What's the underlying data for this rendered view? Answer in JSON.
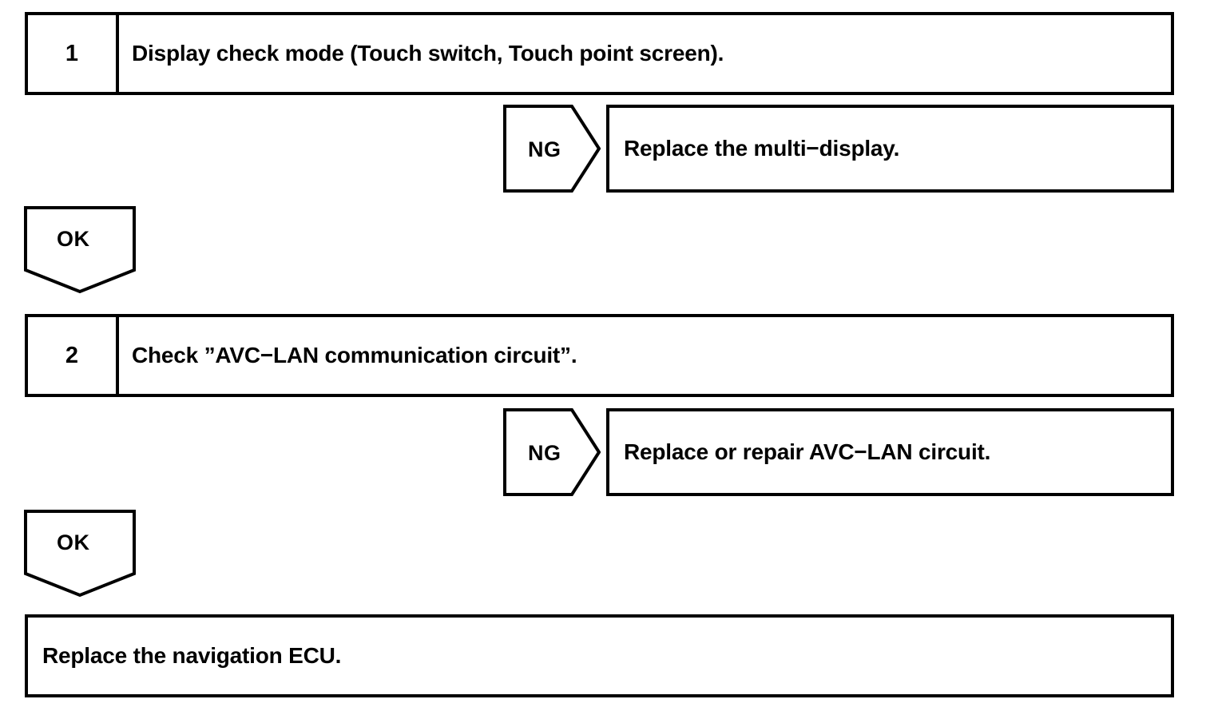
{
  "diagram": {
    "type": "troubleshooting-flowchart",
    "title": "Display / AVC-LAN troubleshooting flow",
    "line_color": "#000000",
    "background_color": "#ffffff",
    "text_color": "#000000"
  },
  "steps": [
    {
      "number": "1",
      "text": "Display check mode (Touch switch, Touch point screen).",
      "branch": {
        "label": "NG",
        "result": "Replace the multi−display."
      },
      "pass": {
        "label": "OK"
      }
    },
    {
      "number": "2",
      "text": "Check ”AVC−LAN communication circuit”.",
      "branch": {
        "label": "NG",
        "result": "Replace or repair AVC−LAN circuit."
      },
      "pass": {
        "label": "OK"
      }
    }
  ],
  "final": {
    "text": "Replace the navigation ECU."
  }
}
